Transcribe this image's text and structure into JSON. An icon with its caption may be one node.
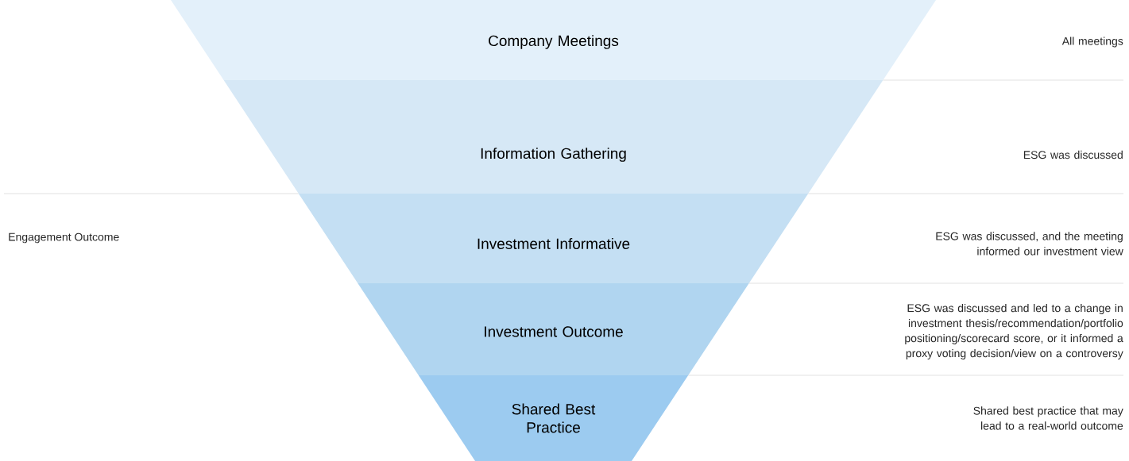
{
  "diagram": {
    "nodes": [
      {
        "text": [
          "Company Meetings"
        ]
      },
      {
        "text": [
          "Information Gathering"
        ]
      },
      {
        "text": [
          "Investment Informative"
        ]
      },
      {
        "text": [
          "Investment Outcome"
        ]
      },
      {
        "text": [
          "Shared Best Practice"
        ]
      }
    ],
    "labels": [
      "All meetings",
      "ESG was discussed",
      "Engagement Outcome",
      "ESG was discussed, and the meeting informed our investment view",
      "ESG was discussed and led to a change in investment thesis/recommendation/portfolio positioning/scorecard score, or it informed a proxy voting decision/view on a controversy",
      "Shared best practice that may lead to a real-world outcome"
    ]
  }
}
